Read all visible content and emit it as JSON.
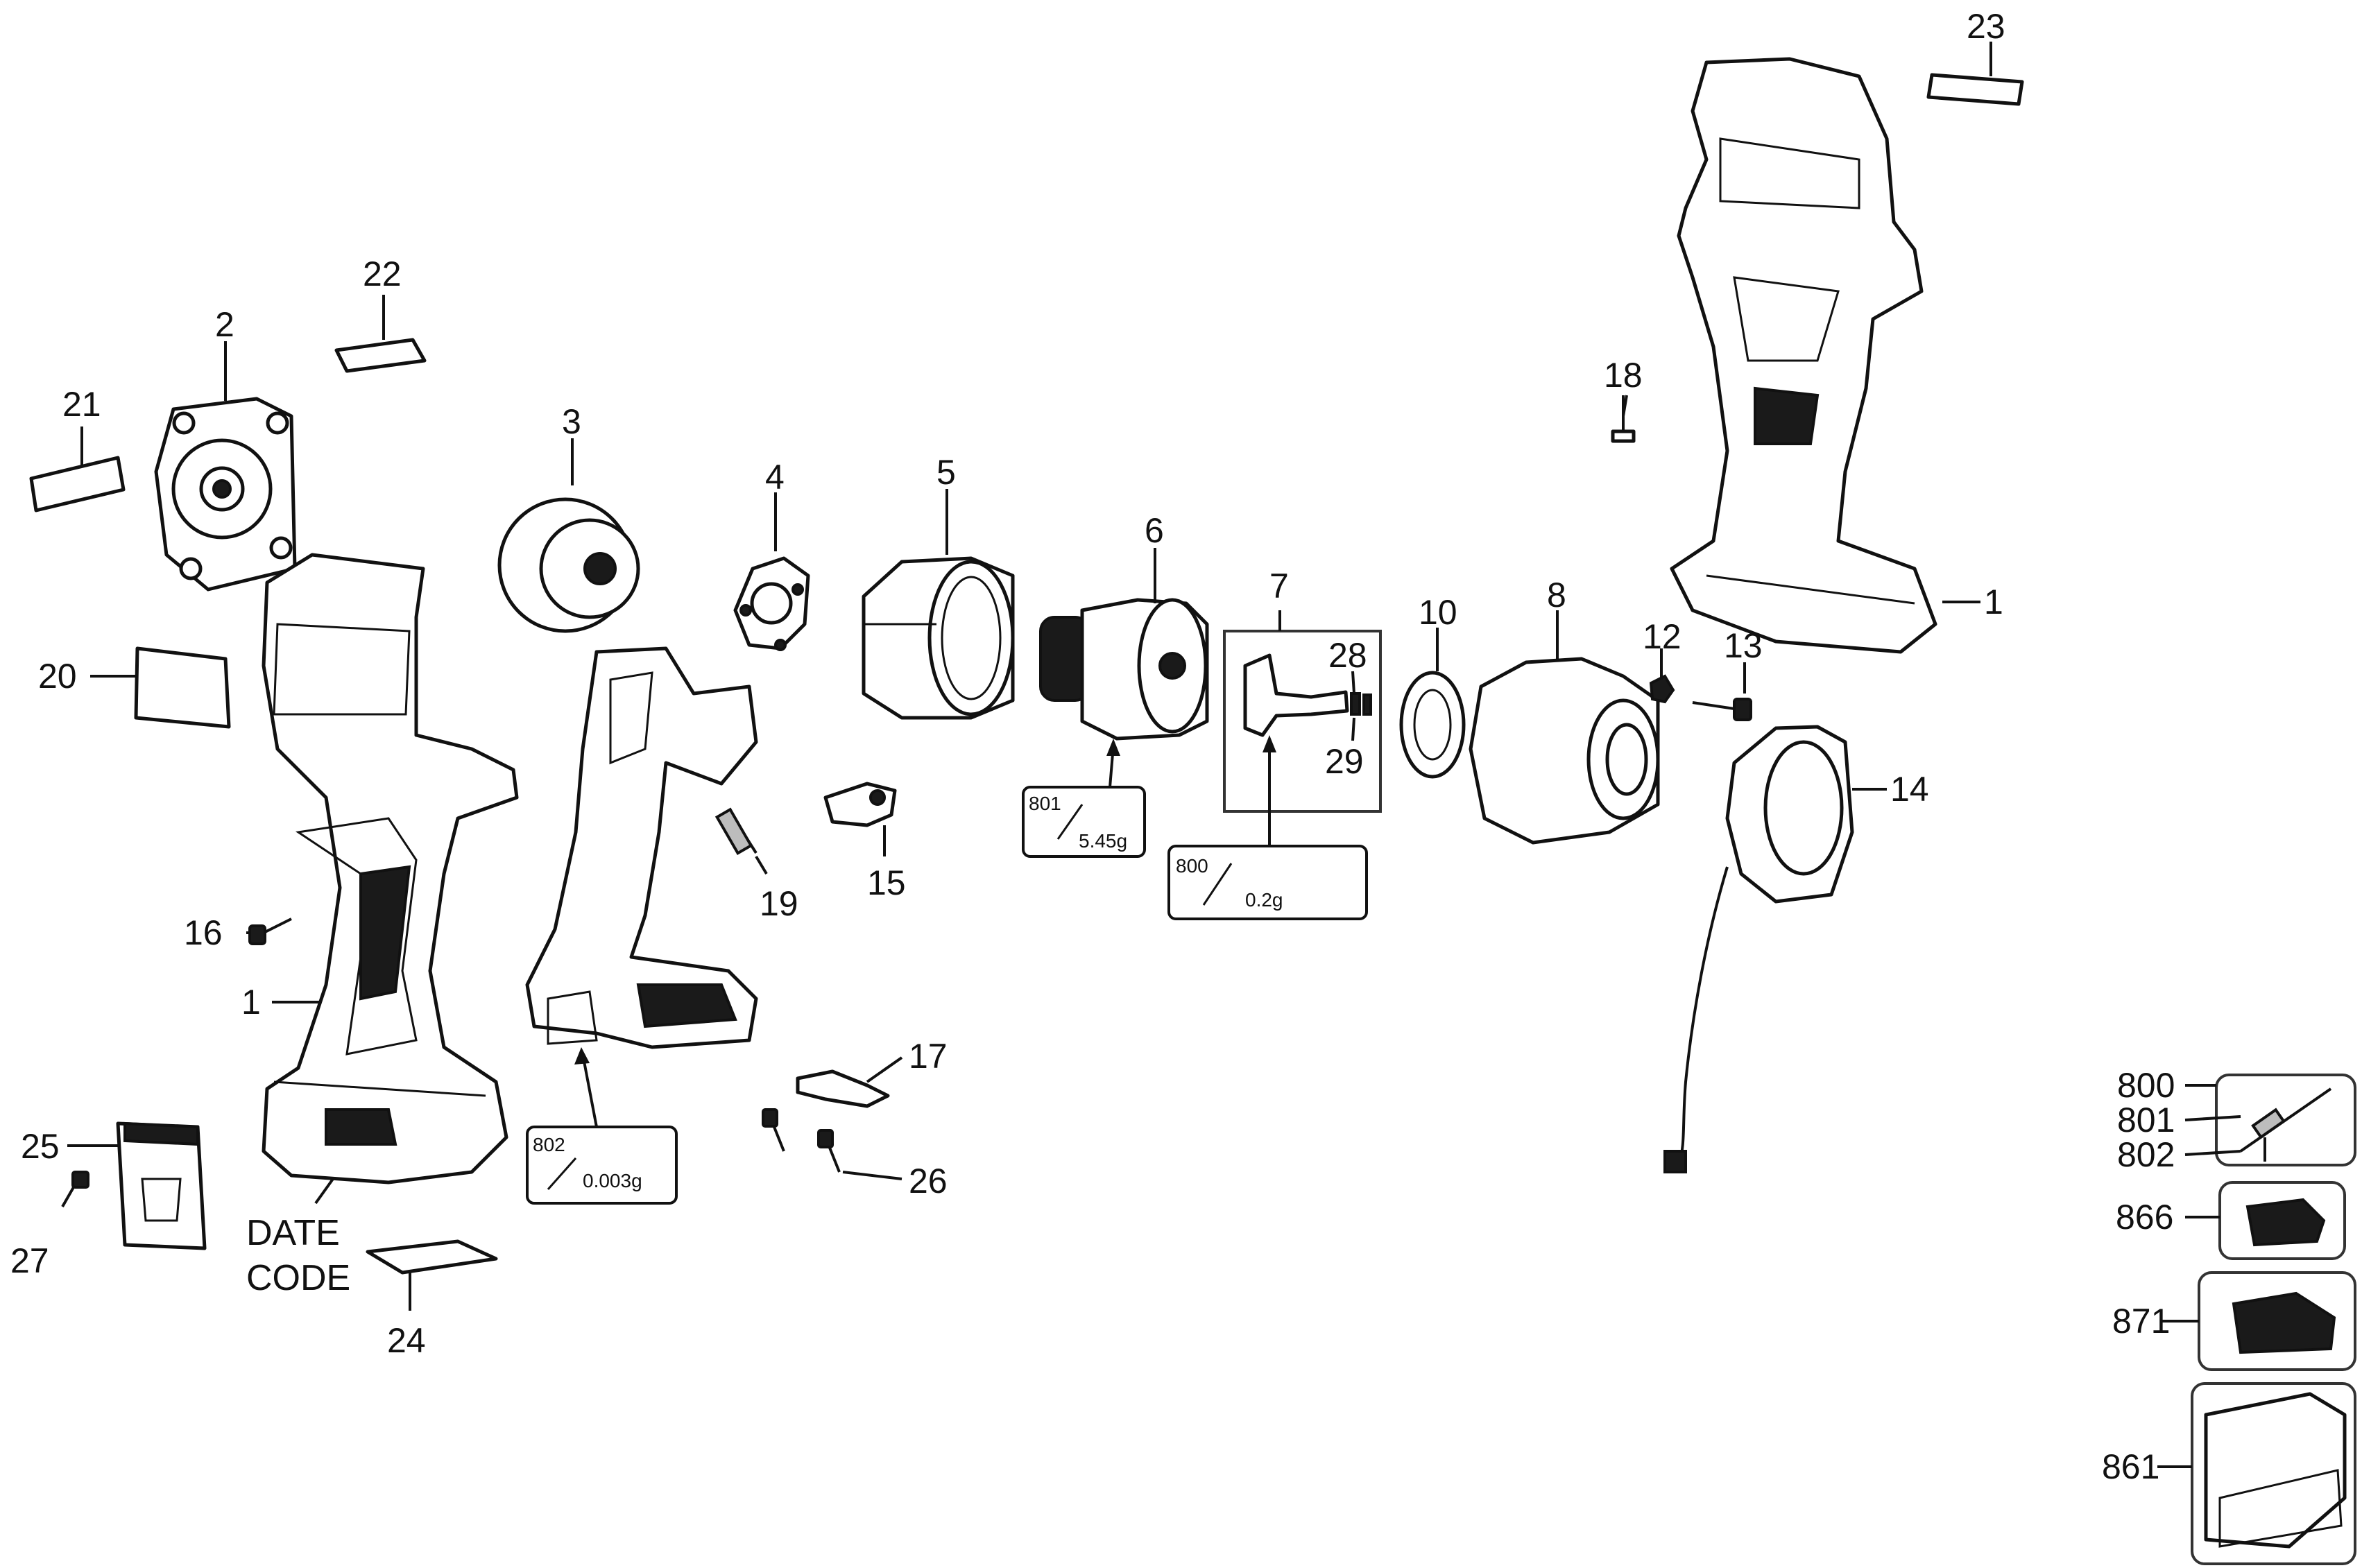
{
  "diagram": {
    "part_numbers": {
      "p1a": "1",
      "p1b": "1",
      "p2": "2",
      "p3": "3",
      "p4": "4",
      "p5": "5",
      "p6": "6",
      "p7": "7",
      "p8": "8",
      "p10": "10",
      "p12": "12",
      "p13": "13",
      "p14": "14",
      "p15": "15",
      "p16": "16",
      "p17": "17",
      "p18": "18",
      "p19": "19",
      "p20": "20",
      "p21": "21",
      "p22": "22",
      "p23": "23",
      "p24": "24",
      "p25": "25",
      "p26": "26",
      "p27": "27",
      "p28": "28",
      "p29": "29",
      "p800": "800",
      "p801": "801",
      "p802": "802",
      "p866": "866",
      "p871": "871",
      "p861": "861"
    },
    "date_code": [
      "DATE",
      "CODE"
    ],
    "grease_tags": [
      {
        "code": "801",
        "amount": "5.45g"
      },
      {
        "code": "800",
        "amount": "0.2g"
      },
      {
        "code": "802",
        "amount": "0.003g"
      }
    ]
  }
}
